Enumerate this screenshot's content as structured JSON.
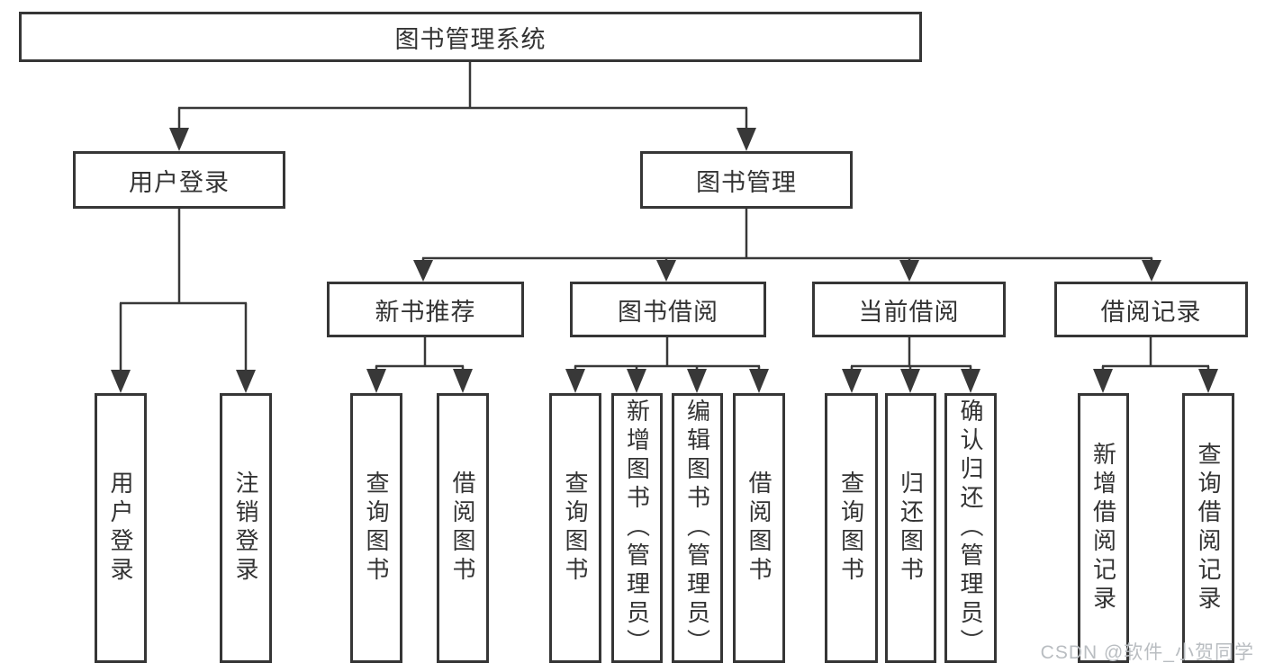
{
  "diagram": {
    "root": {
      "label": "图书管理系统"
    },
    "level2": [
      {
        "label": "用户登录"
      },
      {
        "label": "图书管理"
      }
    ],
    "level3": [
      {
        "label": "新书推荐"
      },
      {
        "label": "图书借阅"
      },
      {
        "label": "当前借阅"
      },
      {
        "label": "借阅记录"
      }
    ],
    "leaves": {
      "user": [
        {
          "label": "用户登录"
        },
        {
          "label": "注销登录"
        }
      ],
      "recommend": [
        {
          "label": "查询图书"
        },
        {
          "label": "借阅图书"
        }
      ],
      "borrow": [
        {
          "label": "查询图书"
        },
        {
          "label": "新增图书（管理员）"
        },
        {
          "label": "编辑图书（管理员）"
        },
        {
          "label": "借阅图书"
        }
      ],
      "current": [
        {
          "label": "查询图书"
        },
        {
          "label": "归还图书"
        },
        {
          "label": "确认归还（管理员）"
        }
      ],
      "records": [
        {
          "label": "新增借阅记录"
        },
        {
          "label": "查询借阅记录"
        }
      ]
    }
  },
  "watermark": "CSDN @软件_小贺同学",
  "colors": {
    "line": "#383838",
    "box_border": "#363636",
    "text": "#333333",
    "watermark_text": "#b9bdc1",
    "background": "#ffffff"
  }
}
